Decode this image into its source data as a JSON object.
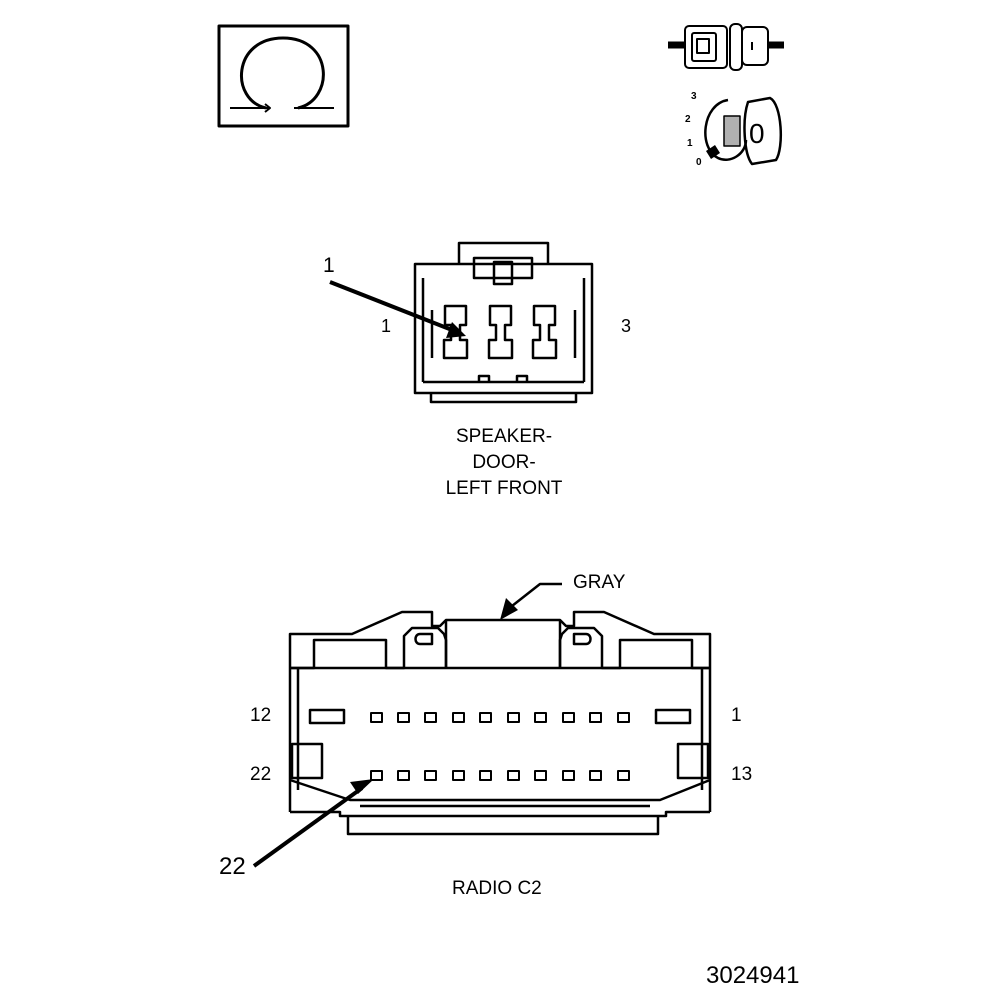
{
  "connector_view_icons": {
    "omega_icon": "omega-symbol-icon",
    "connector_icon": "connector-plug-icon",
    "key_switch_icon": "key-switch-icon",
    "key_switch": {
      "label": "0",
      "positions": [
        "3",
        "2",
        "1",
        "0"
      ]
    }
  },
  "speaker_connector": {
    "callout": "1",
    "pin_left": "1",
    "pin_right": "3",
    "caption_lines": [
      "SPEAKER-",
      "DOOR-",
      "LEFT FRONT"
    ]
  },
  "radio_connector": {
    "color_label": "GRAY",
    "top_row": {
      "left": "12",
      "right": "1"
    },
    "bottom_row": {
      "left": "22",
      "right": "13"
    },
    "callout": "22",
    "caption": "RADIO C2"
  },
  "figure_number": "3024941",
  "colors": {
    "ink": "#000000",
    "background": "#ffffff",
    "hatch": "#b0b0b0"
  }
}
